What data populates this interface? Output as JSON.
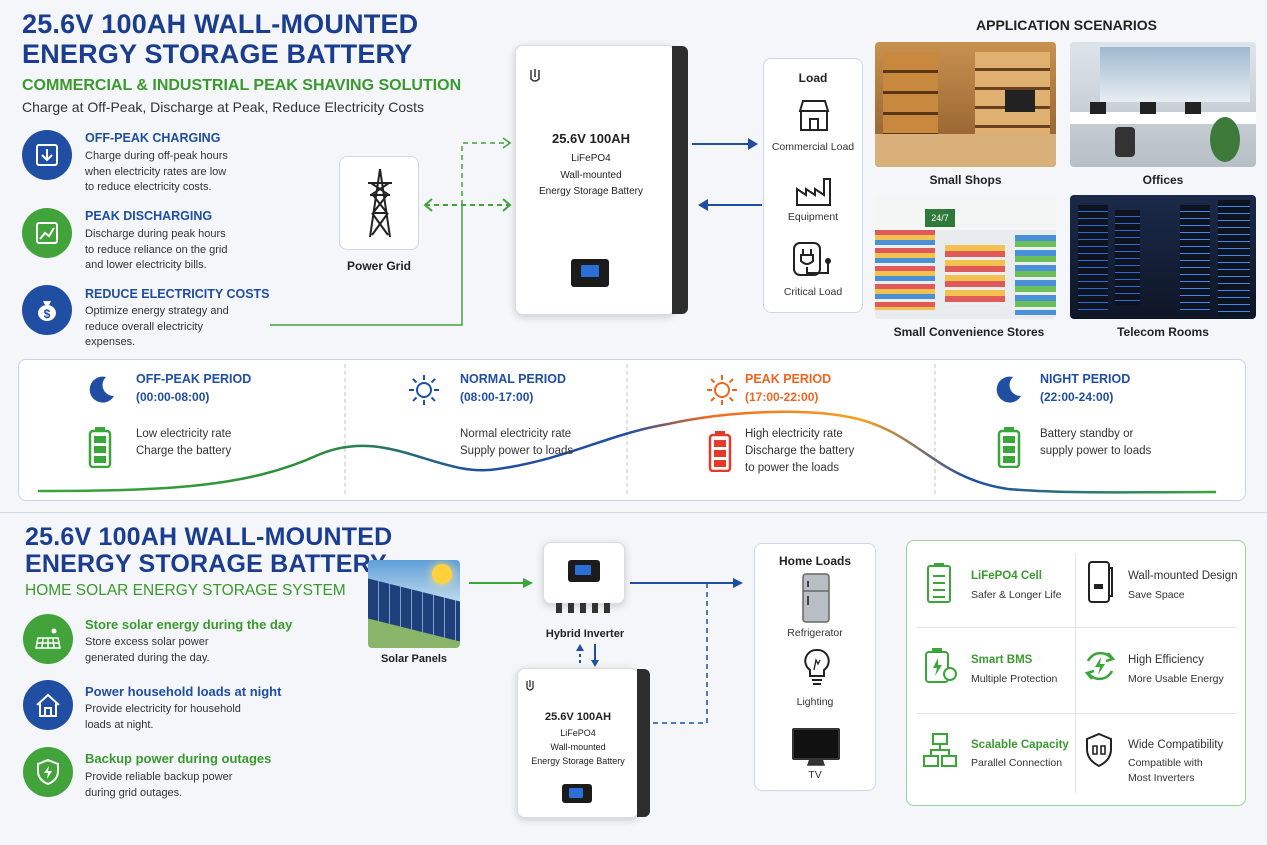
{
  "top": {
    "title_line1": "25.6V 100AH WALL-MOUNTED",
    "title_line2": "ENERGY STORAGE BATTERY",
    "subtitle": "COMMERCIAL & INDUSTRIAL PEAK SHAVING SOLUTION",
    "tagline": "Charge at Off-Peak, Discharge at Peak, Reduce Electricity Costs",
    "features": [
      {
        "title": "OFF-PEAK CHARGING",
        "desc1": "Charge during off-peak hours",
        "desc2": "when electricity rates are low",
        "desc3": "to reduce electricity costs.",
        "icon": "download-icon"
      },
      {
        "title": "PEAK DISCHARGING",
        "desc1": "Discharge during peak hours",
        "desc2": "to reduce reliance on the grid",
        "desc3": "and lower electricity bills.",
        "icon": "chart-icon"
      },
      {
        "title": "REDUCE ELECTRICITY COSTS",
        "desc1": "Optimize energy strategy and",
        "desc2": "reduce overall electricity",
        "desc3": "expenses.",
        "icon": "money-bag-icon"
      }
    ],
    "grid_label": "Power Grid",
    "battery": {
      "line1": "25.6V 100AH",
      "line2": "LiFePO4",
      "line3": "Wall-mounted",
      "line4": "Energy Storage Battery"
    },
    "load": {
      "title": "Load",
      "items": [
        "Commercial Load",
        "Equipment",
        "Critical Load"
      ]
    },
    "scenarios": {
      "title": "APPLICATION SCENARIOS",
      "items": [
        "Small Shops",
        "Offices",
        "Small Convenience Stores",
        "Telecom Rooms"
      ],
      "store_sign": "24/7"
    }
  },
  "periods": [
    {
      "title": "OFF-PEAK PERIOD",
      "time": "(00:00-08:00)",
      "desc1": "Low electricity rate",
      "desc2": "Charge the battery",
      "desc3": "",
      "color": "#1f4ea3"
    },
    {
      "title": "NORMAL PERIOD",
      "time": "(08:00-17:00)",
      "desc1": "Normal electricity rate",
      "desc2": "Supply power to loads",
      "desc3": "",
      "color": "#1f4ea3"
    },
    {
      "title": "PEAK PERIOD",
      "time": "(17:00-22:00)",
      "desc1": "High electricity rate",
      "desc2": "Discharge the battery",
      "desc3": "to power the loads",
      "color": "#f0641e"
    },
    {
      "title": "NIGHT PERIOD",
      "time": "(22:00-24:00)",
      "desc1": "Battery standby or",
      "desc2": "supply power to loads",
      "desc3": "",
      "color": "#1f4ea3"
    }
  ],
  "bottom": {
    "title_line1": "25.6V 100AH WALL-MOUNTED",
    "title_line2": "ENERGY STORAGE BATTERY",
    "subtitle": "HOME SOLAR ENERGY STORAGE SYSTEM",
    "features": [
      {
        "title": "Store solar energy during the day",
        "desc1": "Store excess solar power",
        "desc2": "generated during the day.",
        "icon": "solar-panel-icon"
      },
      {
        "title": "Power household loads at night",
        "desc1": "Provide electricity for household",
        "desc2": "loads at night.",
        "icon": "house-icon"
      },
      {
        "title": "Backup power during outages",
        "desc1": "Provide reliable backup power",
        "desc2": "during grid outages.",
        "icon": "shield-icon"
      }
    ],
    "solar_label": "Solar Panels",
    "inverter_label": "Hybrid Inverter",
    "battery": {
      "line1": "25.6V 100AH",
      "line2": "LiFePO4",
      "line3": "Wall-mounted",
      "line4": "Energy Storage Battery"
    },
    "home_loads": {
      "title": "Home Loads",
      "items": [
        "Refrigerator",
        "Lighting",
        "TV"
      ]
    },
    "advantages": [
      {
        "title": "LiFePO4 Cell",
        "desc1": "Safer & Longer Life",
        "desc2": ""
      },
      {
        "title": "Wall-mounted Design",
        "desc1": "Save Space",
        "desc2": ""
      },
      {
        "title": "Smart BMS",
        "desc1": "Multiple Protection",
        "desc2": ""
      },
      {
        "title": "High Efficiency",
        "desc1": "More Usable Energy",
        "desc2": ""
      },
      {
        "title": "Scalable Capacity",
        "desc1": "Parallel Connection",
        "desc2": ""
      },
      {
        "title": "Wide Compatibility",
        "desc1": "Compatible with",
        "desc2": "Most Inverters"
      }
    ]
  }
}
